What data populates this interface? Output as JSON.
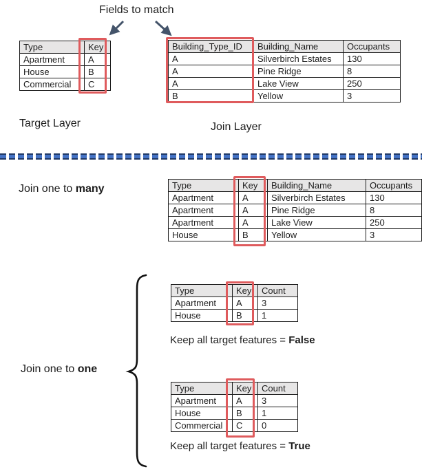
{
  "labels": {
    "fields_to_match": "Fields to match",
    "target_layer": "Target Layer",
    "join_layer": "Join Layer",
    "one_to_many_prefix": "Join one to ",
    "one_to_many_bold": "many",
    "one_to_one_prefix": "Join one to ",
    "one_to_one_bold": "one",
    "keep_false_prefix": "Keep all target features = ",
    "keep_false_bold": "False",
    "keep_true_prefix": "Keep all target features = ",
    "keep_true_bold": "True"
  },
  "colors": {
    "highlight_red": "#df5b5d",
    "arrow_dark": "#44546a",
    "divider_blue": "#4472c4",
    "divider_dark": "#203864",
    "header_gray": "#e7e6e6"
  },
  "icons": {
    "arrow_left": "down-left-arrow",
    "arrow_right": "down-right-arrow",
    "brace": "left-curly-brace"
  },
  "tables": {
    "target": {
      "headers": [
        "Type",
        "Key"
      ],
      "rows": [
        [
          "Apartment",
          "A"
        ],
        [
          "House",
          "B"
        ],
        [
          "Commercial",
          "C"
        ]
      ]
    },
    "join": {
      "headers": [
        "Building_Type_ID",
        "Building_Name",
        "Occupants"
      ],
      "rows": [
        [
          "A",
          "Silverbirch Estates",
          "130"
        ],
        [
          "A",
          "Pine Ridge",
          "8"
        ],
        [
          "A",
          "Lake View",
          "250"
        ],
        [
          "B",
          "Yellow",
          "3"
        ]
      ]
    },
    "one_to_many": {
      "headers": [
        "Type",
        "Key",
        "Building_Name",
        "Occupants"
      ],
      "rows": [
        [
          "Apartment",
          "A",
          "Silverbirch Estates",
          "130"
        ],
        [
          "Apartment",
          "A",
          "Pine Ridge",
          "8"
        ],
        [
          "Apartment",
          "A",
          "Lake View",
          "250"
        ],
        [
          "House",
          "B",
          "Yellow",
          "3"
        ]
      ]
    },
    "one_to_one_false": {
      "headers": [
        "Type",
        "Key",
        "Count"
      ],
      "rows": [
        [
          "Apartment",
          "A",
          "3"
        ],
        [
          "House",
          "B",
          "1"
        ]
      ]
    },
    "one_to_one_true": {
      "headers": [
        "Type",
        "Key",
        "Count"
      ],
      "rows": [
        [
          "Apartment",
          "A",
          "3"
        ],
        [
          "House",
          "B",
          "1"
        ],
        [
          "Commercial",
          "C",
          "0"
        ]
      ]
    }
  }
}
